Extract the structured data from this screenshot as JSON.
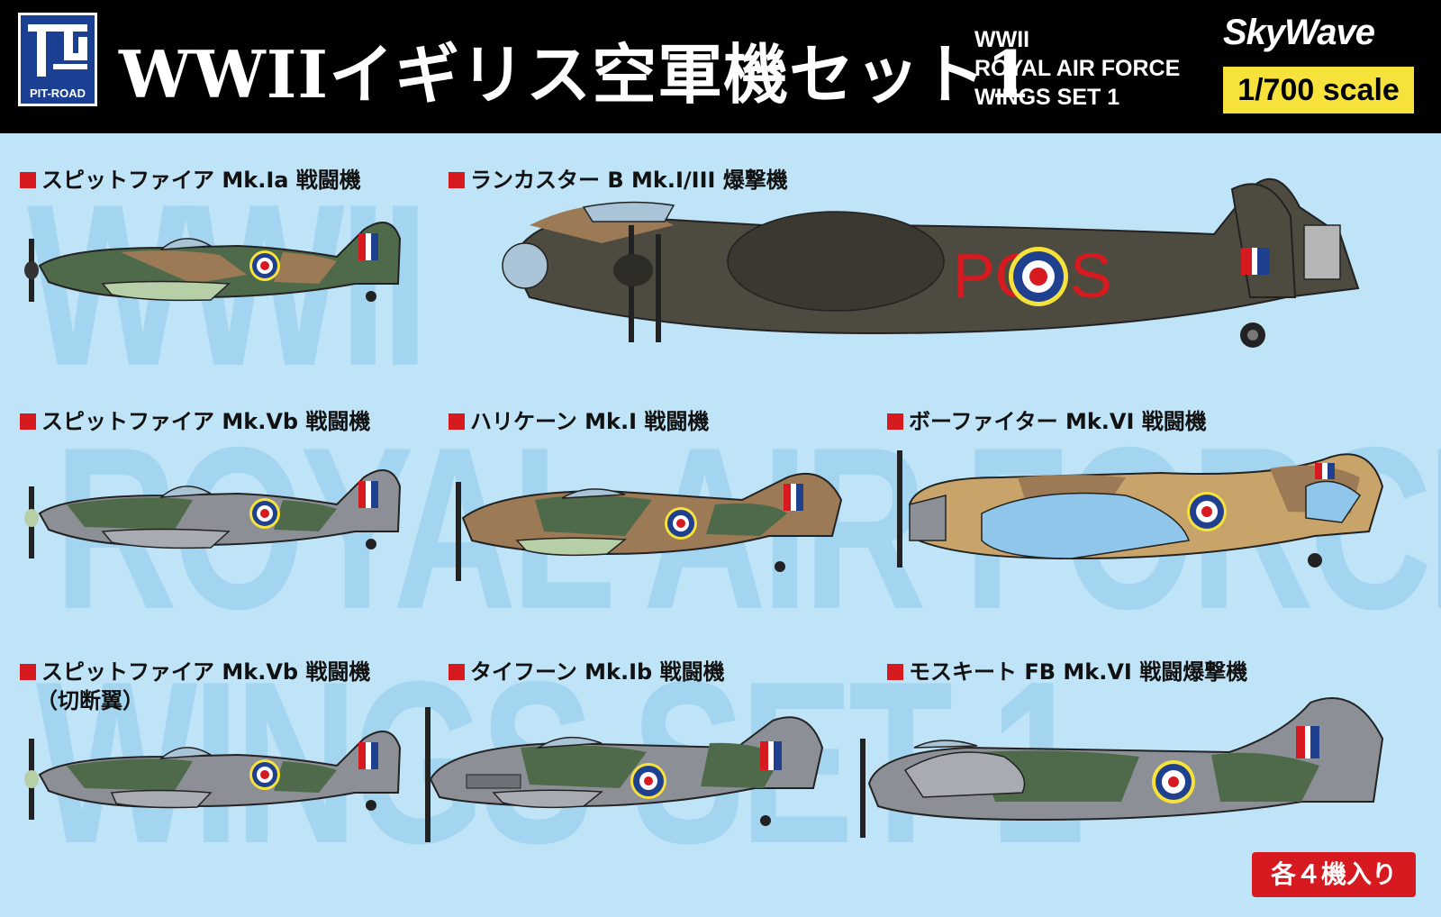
{
  "header": {
    "logo_text": "PIT-ROAD",
    "title_jp": "WWIIイギリス空軍機セット1",
    "title_en_lines": [
      "WWII",
      "ROYAL AIR FORCE",
      "WINGS SET 1"
    ],
    "brand": "SkyWave",
    "scale": "1/700 scale"
  },
  "watermark": [
    "WWII",
    "ROYAL AIR FORCE",
    "WINGS SET 1"
  ],
  "aircraft": [
    {
      "label": "スピットファイア Mk.Ia 戦闘機",
      "sub": ""
    },
    {
      "label": "ランカスター B Mk.I/III 爆撃機",
      "sub": "",
      "code_left": "PO",
      "code_right": "S"
    },
    {
      "label": "スピットファイア Mk.Vb 戦闘機",
      "sub": ""
    },
    {
      "label": "ハリケーン Mk.I 戦闘機",
      "sub": ""
    },
    {
      "label": "ボーファイター Mk.VI 戦闘機",
      "sub": ""
    },
    {
      "label": "スピットファイア Mk.Vb 戦闘機",
      "sub": "（切断翼）"
    },
    {
      "label": "タイフーン Mk.Ib 戦闘機",
      "sub": ""
    },
    {
      "label": "モスキート FB Mk.VI 戦闘爆撃機",
      "sub": ""
    }
  ],
  "badge": "各４機入り",
  "colors": {
    "background": "#bfe4f7",
    "header": "#000000",
    "accent_red": "#d71920",
    "scale_yellow": "#f6e23a",
    "raf_blue": "#1f3f8f",
    "camo_green": "#4f6a4a",
    "camo_brown": "#9b7a55",
    "desert_tan": "#c8a46a",
    "sky_blue": "#8fc6ea",
    "grey": "#8c9096"
  },
  "icons": [
    "pit-road-logo-icon",
    "roundel-icon",
    "fin-flash-icon",
    "propeller-icon"
  ]
}
